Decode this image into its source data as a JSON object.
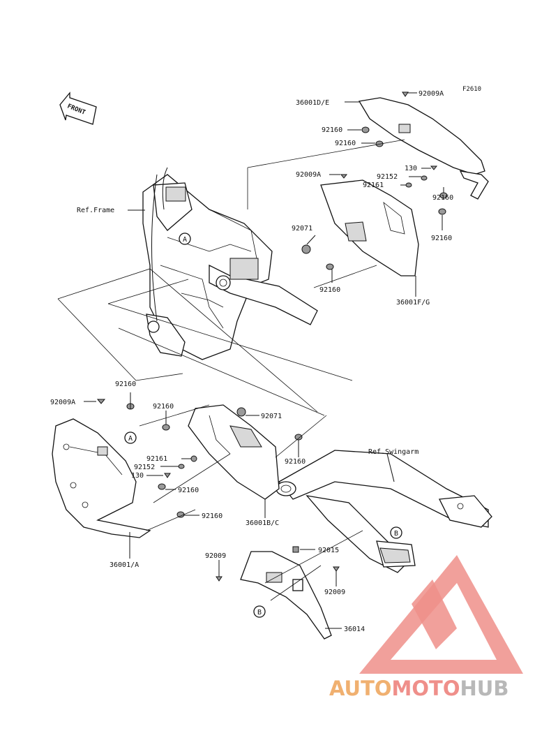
{
  "figure_code": "F2610",
  "front_label": "FRONT",
  "ref_labels": {
    "frame": "Ref.Frame",
    "swingarm": "Ref.Swingarm"
  },
  "callouts": {
    "a": "A",
    "b": "B"
  },
  "part_numbers": {
    "upper_right_cover": "36001D/E",
    "bolt_top": "92009A",
    "collar_1": "92160",
    "collar_2": "92160",
    "bolt_mid": "92009A",
    "bolt_130_top": "130",
    "washer_top": "92152",
    "nut_top": "92161",
    "collar_3": "92160",
    "grommet_top": "92071",
    "collar_4": "92160",
    "collar_5": "92160",
    "lower_right_cover": "36001F/G",
    "collar_6": "92160",
    "bolt_left": "92009A",
    "collar_7": "92160",
    "grommet_mid": "92071",
    "nut_mid": "92161",
    "washer_mid": "92152",
    "bolt_130_mid": "130",
    "collar_8": "92160",
    "collar_9": "92160",
    "collar_10": "92160",
    "middle_cover": "36001B/C",
    "left_cover": "36001/A",
    "bolt_lower_left": "92009",
    "clamp": "92015",
    "bolt_lower_right": "92009",
    "chain_guard": "36014"
  },
  "watermark": {
    "part1": "AUTO",
    "part2": "MOTO",
    "part3": "HUB",
    "color1": "#f0b070",
    "color2": "#ef8f8a",
    "color3": "#b8b8b8"
  }
}
